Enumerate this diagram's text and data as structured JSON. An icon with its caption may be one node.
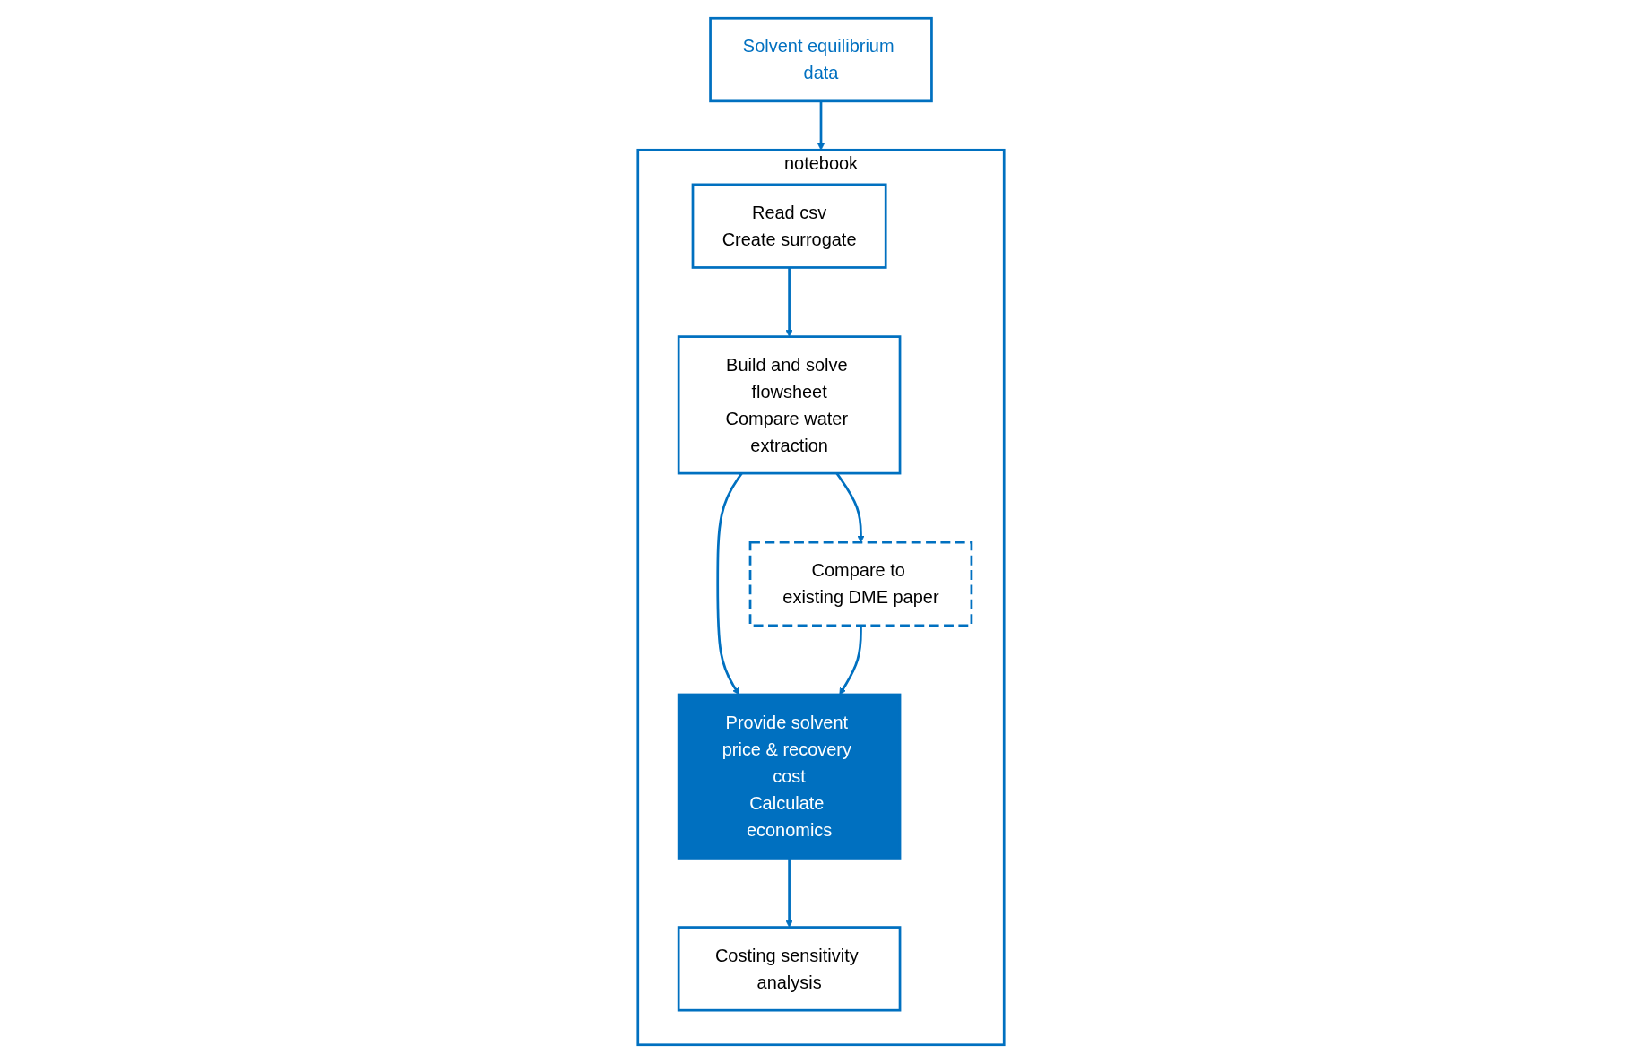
{
  "diagram": {
    "nodes": [
      {
        "text": [
          "Solvent equilibrium data"
        ]
      },
      {
        "text": [
          "notebook"
        ]
      },
      {
        "text": [
          "Read csv",
          "Create surrogate"
        ],
        "in": 1
      },
      {
        "text": [
          "Build and solve flowsheet",
          "Compare water extraction"
        ],
        "in": 1
      },
      {
        "text": [
          "Compare to existing DME paper"
        ],
        "in": 1
      },
      {
        "text": [
          "Provide solvent price & recovery cost",
          "Calculate economics"
        ],
        "in": 1
      },
      {
        "text": [
          "Costing sensitivity analysis"
        ],
        "in": 1
      }
    ],
    "edges": [
      {
        "from": 0,
        "to": 1,
        "arrow": "to"
      },
      {
        "from": 2,
        "to": 3,
        "arrow": "to"
      },
      {
        "from": 3,
        "to": 5,
        "arrow": "to"
      },
      {
        "from": 3,
        "to": 4,
        "arrow": "to"
      },
      {
        "from": 4,
        "to": 5,
        "arrow": "to"
      },
      {
        "from": 5,
        "to": 6,
        "arrow": "to"
      }
    ]
  }
}
